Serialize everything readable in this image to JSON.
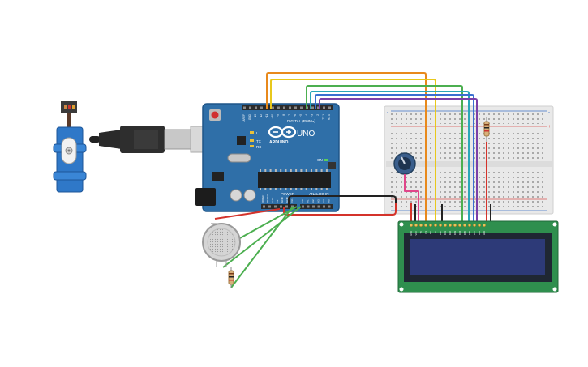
{
  "arduino": {
    "brand": "ARDUINO",
    "model": "UNO",
    "label_digital": "DIGITAL (PWM~)",
    "label_power": "POWER",
    "label_analog": "ANALOG IN",
    "label_tx": "TX",
    "label_rx": "RX",
    "label_l": "L",
    "label_on": "ON",
    "digital_pins": [
      "AREF",
      "GND",
      "13",
      "12",
      "~11",
      "~10",
      "~9",
      "8",
      "7",
      "~6",
      "~5",
      "4",
      "~3",
      "2",
      "TX 1",
      "RX 0"
    ],
    "power_pins": [
      "IOREF",
      "RESET",
      "3.3V",
      "5V",
      "GND",
      "GND",
      "Vin"
    ],
    "analog_pins": [
      "A0",
      "A1",
      "A2",
      "A3",
      "A4",
      "A5"
    ],
    "colors": {
      "board": "#2f6fa8",
      "board_edge": "#1f5588",
      "header": "#2b2b2b",
      "chip": "#1e1e1e"
    }
  },
  "breadboard": {
    "rail_plus": "+",
    "rail_minus": "-",
    "colors": {
      "body": "#e9e9e9",
      "hole": "#a9a9a9",
      "red": "#d9534f",
      "blue": "#3b6fc4"
    }
  },
  "lcd": {
    "pins": [
      "GND",
      "VCC",
      "V0",
      "RS",
      "RW",
      "E",
      "DB0",
      "DB1",
      "DB2",
      "DB3",
      "DB4",
      "DB5",
      "DB6",
      "DB7",
      "LED",
      "LED"
    ],
    "colors": {
      "pcb": "#2f8f4e",
      "screen": "#2d3a78",
      "bezel": "#1f2733"
    }
  },
  "wire_colors": {
    "orange": "#e8891c",
    "yellow": "#e8c81c",
    "green": "#4caf50",
    "teal": "#2aa6b8",
    "blue": "#3a6fd0",
    "purple": "#7b3fa8",
    "black": "#222222",
    "red": "#d4332b",
    "pink": "#e0458a",
    "brown": "#8b5a2b"
  }
}
